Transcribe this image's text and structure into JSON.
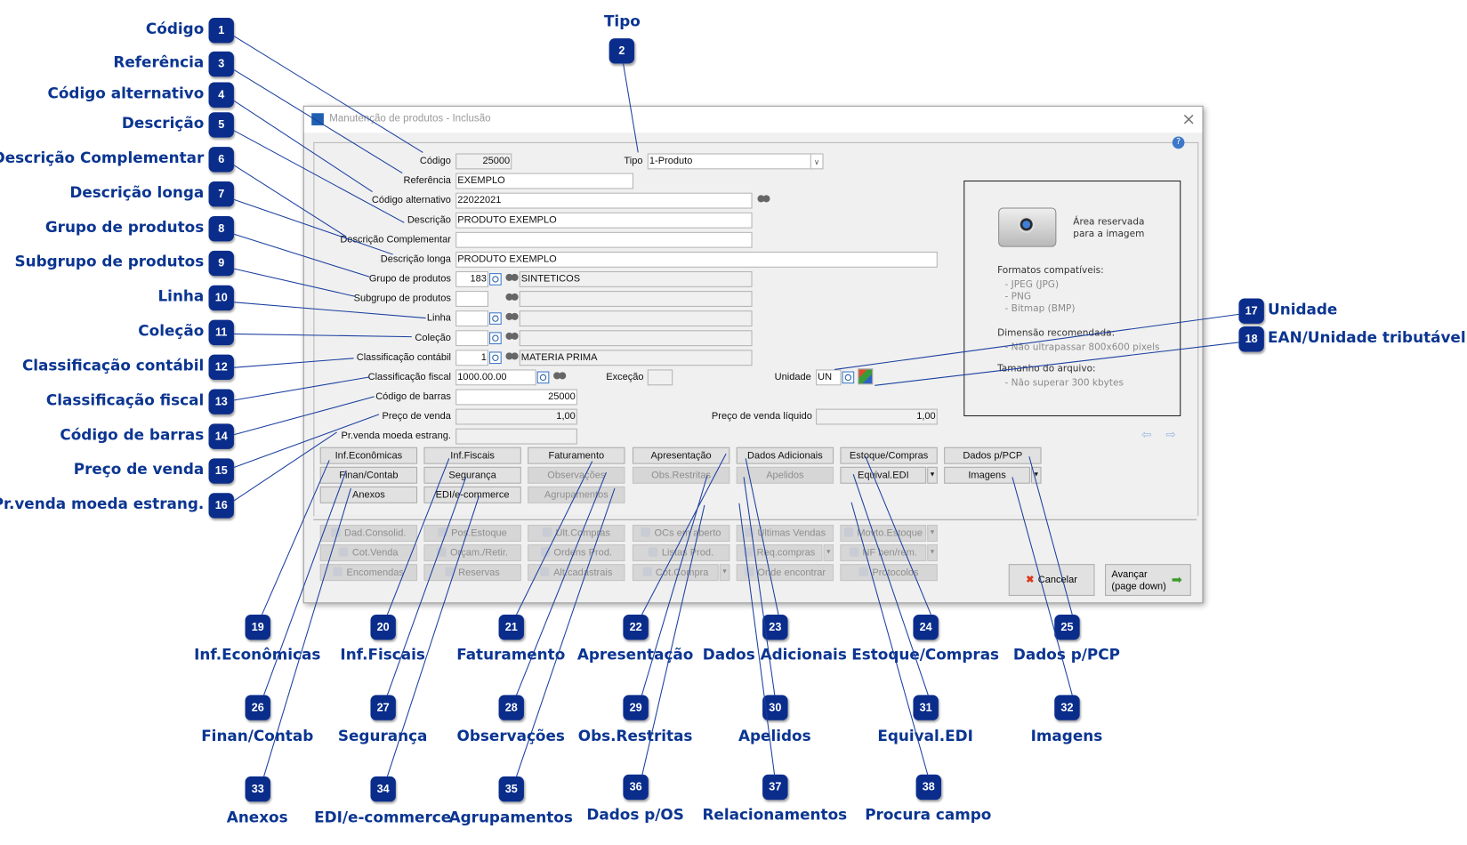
{
  "window": {
    "title": "Manutenção de produtos - Inclusão",
    "help": "?",
    "close": "×"
  },
  "form": {
    "codigo": {
      "label": "Código",
      "value": "25000"
    },
    "tipo": {
      "label": "Tipo",
      "value": "1-Produto"
    },
    "referencia": {
      "label": "Referência",
      "value": "EXEMPLO"
    },
    "codigo_alternativo": {
      "label": "Código alternativo",
      "value": "22022021"
    },
    "descricao": {
      "label": "Descrição",
      "value": "PRODUTO EXEMPLO"
    },
    "descricao_complementar": {
      "label": "Descrição Complementar",
      "value": ""
    },
    "descricao_longa": {
      "label": "Descrição longa",
      "value": "PRODUTO EXEMPLO"
    },
    "grupo": {
      "label": "Grupo de produtos",
      "code": "183",
      "name": "SINTETICOS"
    },
    "subgrupo": {
      "label": "Subgrupo de produtos",
      "code": "",
      "name": ""
    },
    "linha": {
      "label": "Linha",
      "code": "",
      "name": ""
    },
    "colecao": {
      "label": "Coleção",
      "code": "",
      "name": ""
    },
    "classificacao_contabil": {
      "label": "Classificação contábil",
      "code": "1",
      "name": "MATERIA PRIMA"
    },
    "classificacao_fiscal": {
      "label": "Classificação fiscal",
      "value": "1000.00.00"
    },
    "excecao": {
      "label": "Exceção",
      "value": ""
    },
    "unidade": {
      "label": "Unidade",
      "value": "UN"
    },
    "codigo_barras": {
      "label": "Código de barras",
      "value": "25000"
    },
    "preco_venda": {
      "label": "Preço de venda",
      "value": "1,00"
    },
    "preco_venda_liquido": {
      "label": "Preço de venda líquido",
      "value": "1,00"
    },
    "preco_moeda_estrang": {
      "label": "Pr.venda moeda estrang.",
      "value": ""
    }
  },
  "image_panel": {
    "reserved": "Área reservada",
    "reserved2": "para a imagem",
    "formats_title": "Formatos compatíveis:",
    "formats": [
      "- JPEG (JPG)",
      "- PNG",
      "- Bitmap (BMP)"
    ],
    "dimension_title": "Dimensão recomendada:",
    "dimension": "- Não ultrapassar 800x600 pixels",
    "size_title": "Tamanho do arquivo:",
    "size": "- Não superar 300 kbytes"
  },
  "tab_buttons": [
    [
      {
        "label": "Inf.Econômicas",
        "enabled": true
      },
      {
        "label": "Inf.Fiscais",
        "enabled": true
      },
      {
        "label": "Faturamento",
        "enabled": true
      },
      {
        "label": "Apresentação",
        "enabled": true
      },
      {
        "label": "Dados Adicionais",
        "enabled": true
      },
      {
        "label": "Estoque/Compras",
        "enabled": true
      },
      {
        "label": "Dados p/PCP",
        "enabled": true
      }
    ],
    [
      {
        "label": "Finan/Contab",
        "enabled": true
      },
      {
        "label": "Segurança",
        "enabled": true
      },
      {
        "label": "Observações",
        "enabled": false
      },
      {
        "label": "Obs.Restritas",
        "enabled": false
      },
      {
        "label": "Apelidos",
        "enabled": false
      },
      {
        "label": "Equival.EDI",
        "enabled": true,
        "dropdown": true
      },
      {
        "label": "Imagens",
        "enabled": true,
        "dropdown": true
      }
    ],
    [
      {
        "label": "Anexos",
        "enabled": true
      },
      {
        "label": "EDI/e-commerce",
        "enabled": true
      },
      {
        "label": "Agrupamentos",
        "enabled": false
      }
    ]
  ],
  "action_buttons": [
    [
      {
        "label": "Dad.Consolid."
      },
      {
        "label": "Pos.Estoque"
      },
      {
        "label": "Últ.Compras"
      },
      {
        "label": "OCs em aberto"
      },
      {
        "label": "Últimas Vendas"
      },
      {
        "label": "Movto.Estoque",
        "dropdown": true
      }
    ],
    [
      {
        "label": "Cot.Venda"
      },
      {
        "label": "Orçam./Retir."
      },
      {
        "label": "Ordens Prod."
      },
      {
        "label": "Listas Prod."
      },
      {
        "label": "Req.compras",
        "dropdown": true
      },
      {
        "label": "NF ben/rem.",
        "dropdown": true
      }
    ],
    [
      {
        "label": "Encomendas"
      },
      {
        "label": "Reservas"
      },
      {
        "label": "Alt.cadastrais"
      },
      {
        "label": "Cot.Compra",
        "dropdown": true
      },
      {
        "label": "Onde encontrar"
      },
      {
        "label": "Protocolos"
      }
    ]
  ],
  "footer": {
    "cancel": "Cancelar",
    "next": "Avançar",
    "next_hint": "(page down)"
  },
  "callouts": [
    {
      "n": "1",
      "label": "Código"
    },
    {
      "n": "2",
      "label": "Tipo"
    },
    {
      "n": "3",
      "label": "Referência"
    },
    {
      "n": "4",
      "label": "Código alternativo"
    },
    {
      "n": "5",
      "label": "Descrição"
    },
    {
      "n": "6",
      "label": "Descrição Complementar"
    },
    {
      "n": "7",
      "label": "Descrição longa"
    },
    {
      "n": "8",
      "label": "Grupo de produtos"
    },
    {
      "n": "9",
      "label": "Subgrupo de produtos"
    },
    {
      "n": "10",
      "label": "Linha"
    },
    {
      "n": "11",
      "label": "Coleção"
    },
    {
      "n": "12",
      "label": "Classificação contábil"
    },
    {
      "n": "13",
      "label": "Classificação fiscal"
    },
    {
      "n": "14",
      "label": "Código de barras"
    },
    {
      "n": "15",
      "label": "Preço de venda"
    },
    {
      "n": "16",
      "label": "Pr.venda moeda estrang."
    },
    {
      "n": "17",
      "label": "Unidade"
    },
    {
      "n": "18",
      "label": "EAN/Unidade tributável"
    },
    {
      "n": "19",
      "label": "Inf.Econômicas"
    },
    {
      "n": "20",
      "label": "Inf.Fiscais"
    },
    {
      "n": "21",
      "label": "Faturamento"
    },
    {
      "n": "22",
      "label": "Apresentação"
    },
    {
      "n": "23",
      "label": "Dados Adicionais"
    },
    {
      "n": "24",
      "label": "Estoque/Compras"
    },
    {
      "n": "25",
      "label": "Dados p/PCP"
    },
    {
      "n": "26",
      "label": "Finan/Contab"
    },
    {
      "n": "27",
      "label": "Segurança"
    },
    {
      "n": "28",
      "label": "Observações"
    },
    {
      "n": "29",
      "label": "Obs.Restritas"
    },
    {
      "n": "30",
      "label": "Apelidos"
    },
    {
      "n": "31",
      "label": "Equival.EDI"
    },
    {
      "n": "32",
      "label": "Imagens"
    },
    {
      "n": "33",
      "label": "Anexos"
    },
    {
      "n": "34",
      "label": "EDI/e-commerce"
    },
    {
      "n": "35",
      "label": "Agrupamentos"
    },
    {
      "n": "36",
      "label": "Dados p/OS"
    },
    {
      "n": "37",
      "label": "Relacionamentos"
    },
    {
      "n": "38",
      "label": "Procura campo"
    }
  ],
  "colors": {
    "callout": "#0b3591",
    "badge": "#0a2d8c",
    "line": "#1a3fa0"
  }
}
